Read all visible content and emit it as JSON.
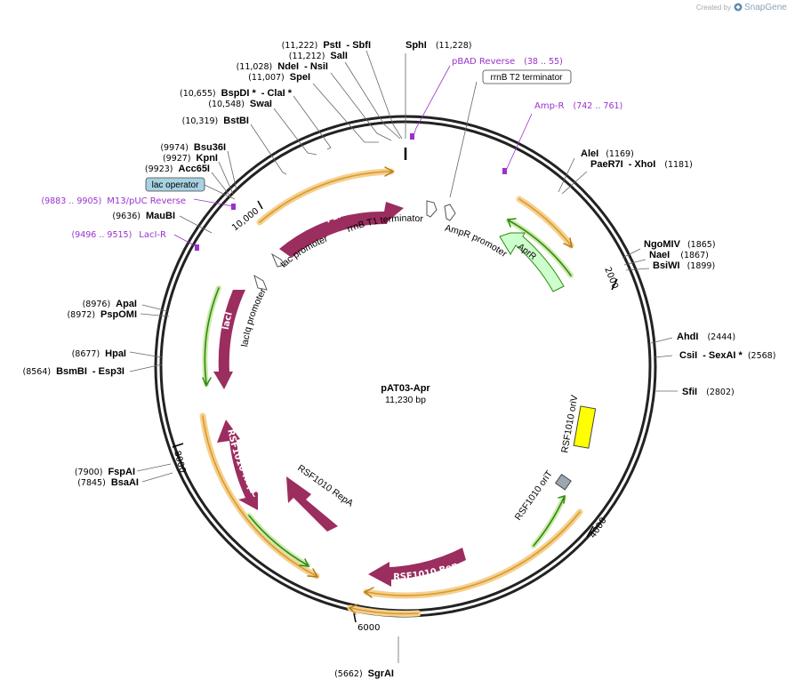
{
  "credit": {
    "prefix": "Created by",
    "brand": "SnapGene"
  },
  "plasmid": {
    "name": "pAT03-Apr",
    "length": "11,230 bp"
  },
  "ticks": [
    "2000",
    "4000",
    "6000",
    "8000",
    "10,000"
  ],
  "sites": {
    "sphi": {
      "name": "SphI",
      "pos": "(11,228)"
    },
    "psti": {
      "pos": "(11,222)",
      "name": "PstI",
      "name2": "- SbfI"
    },
    "sali": {
      "pos": "(11,212)",
      "name": "SalI"
    },
    "ndei": {
      "pos": "(11,028)",
      "name": "NdeI",
      "name2": "- NsiI"
    },
    "spei": {
      "pos": "(11,007)",
      "name": "SpeI"
    },
    "bspdi": {
      "pos": "(10,655)",
      "name": "BspDI *",
      "name2": "- ClaI *"
    },
    "swai": {
      "pos": "(10,548)",
      "name": "SwaI"
    },
    "bsti": {
      "pos": "(10,319)",
      "name": "BstBI"
    },
    "bsu36i": {
      "pos": "(9974)",
      "name": "Bsu36I"
    },
    "kpni": {
      "pos": "(9927)",
      "name": "KpnI"
    },
    "acc65i": {
      "pos": "(9923)",
      "name": "Acc65I"
    },
    "maubi": {
      "pos": "(9636)",
      "name": "MauBI"
    },
    "apai": {
      "pos": "(8976)",
      "name": "ApaI"
    },
    "pspomi": {
      "pos": "(8972)",
      "name": "PspOMI"
    },
    "hpai": {
      "pos": "(8677)",
      "name": "HpaI"
    },
    "bsmbi": {
      "pos": "(8564)",
      "name": "BsmBI",
      "name2": "- Esp3I"
    },
    "fspai": {
      "pos": "(7900)",
      "name": "FspAI"
    },
    "bsaai": {
      "pos": "(7845)",
      "name": "BsaAI"
    },
    "sgrai": {
      "pos": "(5662)",
      "name": "SgrAI"
    },
    "alei": {
      "name": "AleI",
      "pos": "(1169)"
    },
    "paer7i": {
      "name": "PaeR7I",
      "name2": "- XhoI",
      "pos": "(1181)"
    },
    "ngomiv": {
      "name": "NgoMIV",
      "pos": "(1865)"
    },
    "naei": {
      "name": "NaeI",
      "pos": "(1867)"
    },
    "bsiwi": {
      "name": "BsiWI",
      "pos": "(1899)"
    },
    "ahdi": {
      "name": "AhdI",
      "pos": "(2444)"
    },
    "csii": {
      "name": "CsiI",
      "name2": "- SexAI *",
      "pos": "(2568)"
    },
    "sfii": {
      "name": "SfiI",
      "pos": "(2802)"
    }
  },
  "primers": {
    "pbad": {
      "name": "pBAD Reverse",
      "range": "(38 .. 55)"
    },
    "ampr": {
      "name": "Amp-R",
      "range": "(742 .. 761)"
    },
    "m13": {
      "range": "(9883 .. 9905)",
      "name": "M13/pUC Reverse"
    },
    "laci": {
      "range": "(9496 .. 9515)",
      "name": "LacI-R"
    }
  },
  "boxes": {
    "rrnb_t2": "rrnB T2 terminator",
    "lac_operator": "lac operator"
  },
  "features": {
    "flp": "FLP",
    "rrnb_t1": "rrnB T1 terminator",
    "ampr_promoter": "AmpR promoter",
    "aprr": "AprR",
    "tac": "tac promoter",
    "laciq": "lacIq promoter",
    "laci": "lacI",
    "rsf_oriv": "RSF1010 oriV",
    "rsf_orit": "RSF1010 oriT",
    "rsf_repa": "RSF1010 RepA",
    "rsf_repb": "RSF1010 RepB",
    "rsf_repc": "RSF1010 RepC"
  },
  "colors": {
    "cds": "#9b2d5f",
    "orf": "#f0b450",
    "primer": "#9932cc",
    "oriv": "#ffff00",
    "aprr": "#ccffcc"
  }
}
